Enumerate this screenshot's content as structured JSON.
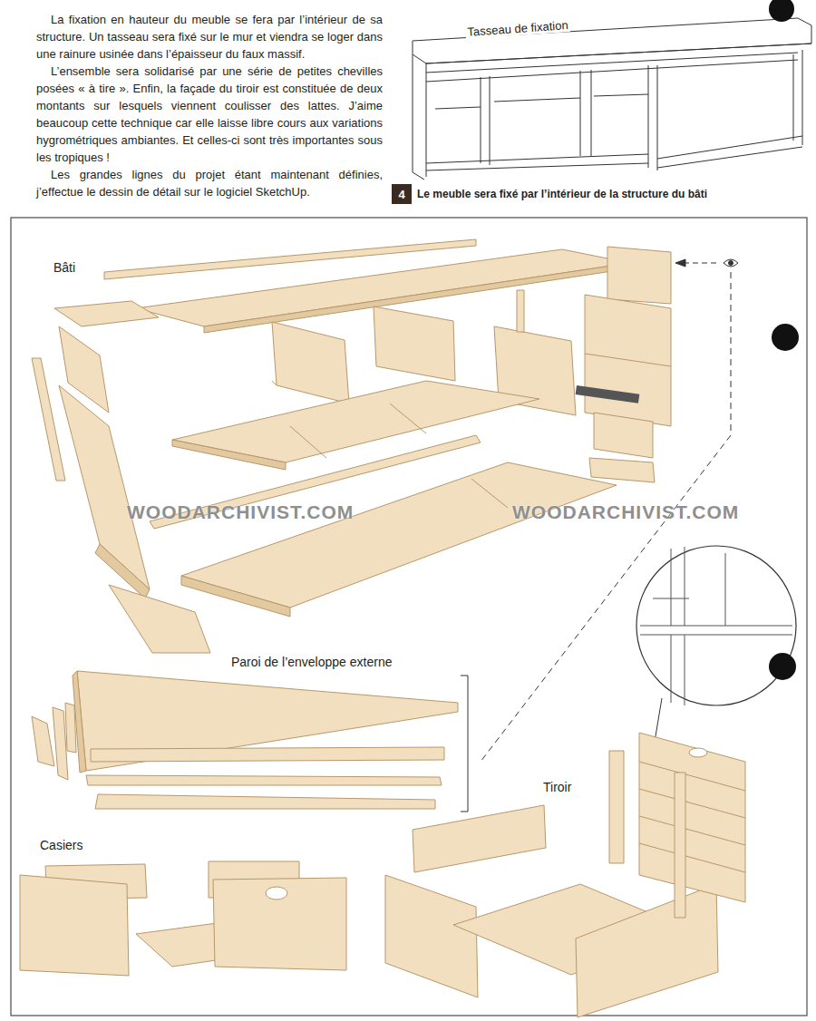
{
  "diagram": {
    "caption": "Le meuble sera fixé par l’intérieur de la structure du bâti",
    "nodes": [
      {
        "text": [
          "4"
        ]
      }
    ],
    "edges": [],
    "labels": [
      "La fixation en hauteur du meuble se fera par l’intérieur de sa structure. Un tasseau sera fixé sur le mur et viendra se loger dans une rainure usinée dans l’épaisseur du faux massif.",
      "L’ensemble sera solidarisé par une série de petites chevilles posées « à tire ». Enfin, la façade du tiroir est constituée de deux montants sur lesquels viennent coulisser des lattes. J’aime beaucoup cette technique car elle laisse libre cours aux variations hygrométriques ambiantes. Et celles-ci sont très importantes sous les tropiques !",
      "Les grandes lignes du projet étant maintenant définies, j’effectue le dessin de détail sur le logiciel SketchUp.",
      "Tasseau de fixation",
      "Bâti",
      "Paroi de l’enveloppe externe",
      "Casiers",
      "Tiroir",
      "WOODARCHIVIST.COM",
      "WOODARCHIVIST.COM"
    ]
  }
}
